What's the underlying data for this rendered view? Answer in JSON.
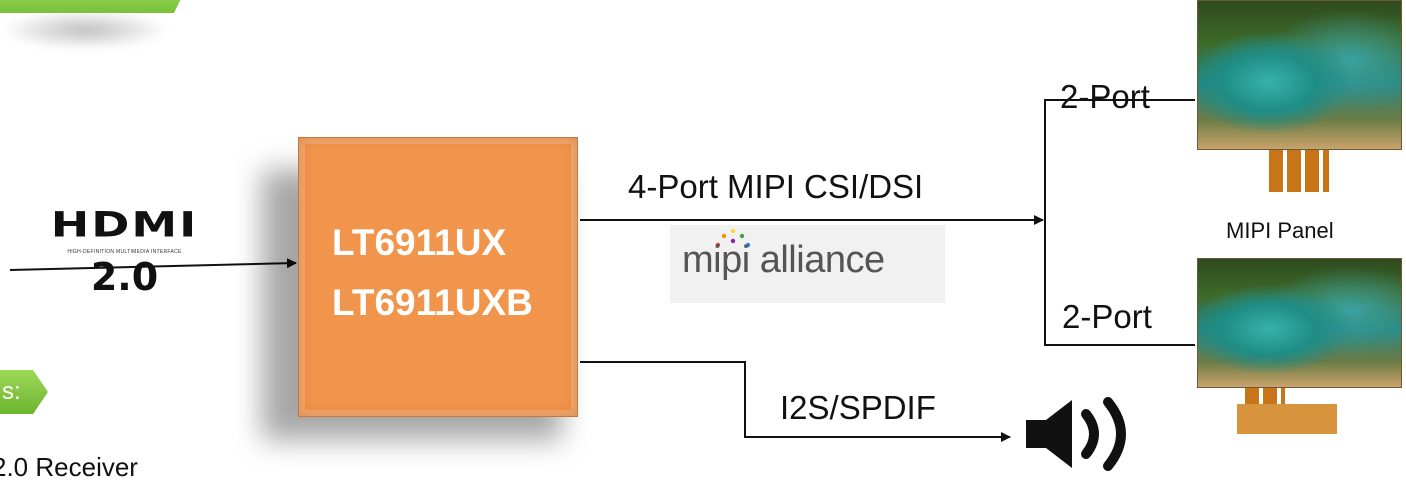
{
  "top_tab": {
    "label": ""
  },
  "left_tag": {
    "label": "s:"
  },
  "left_note": "2.0 Receiver",
  "hdmi_logo": {
    "word": "HDMI",
    "tagline": "HIGH-DEFINITION MULTIMEDIA INTERFACE",
    "version": "2.0"
  },
  "chip": {
    "line1": "LT6911UX",
    "line2": "LT6911UXB",
    "color": "#f2954c"
  },
  "mipi": {
    "bus_label": "4-Port MIPI CSI/DSI",
    "logo_text": "mipi alliance"
  },
  "panels": {
    "top_port": "2-Port",
    "bottom_port": "2-Port",
    "caption": "MIPI  Panel"
  },
  "audio": {
    "label": "I2S/SPDIF",
    "icon": "speaker-icon"
  },
  "colors": {
    "accent_green": "#79c23a",
    "line": "#111111"
  }
}
